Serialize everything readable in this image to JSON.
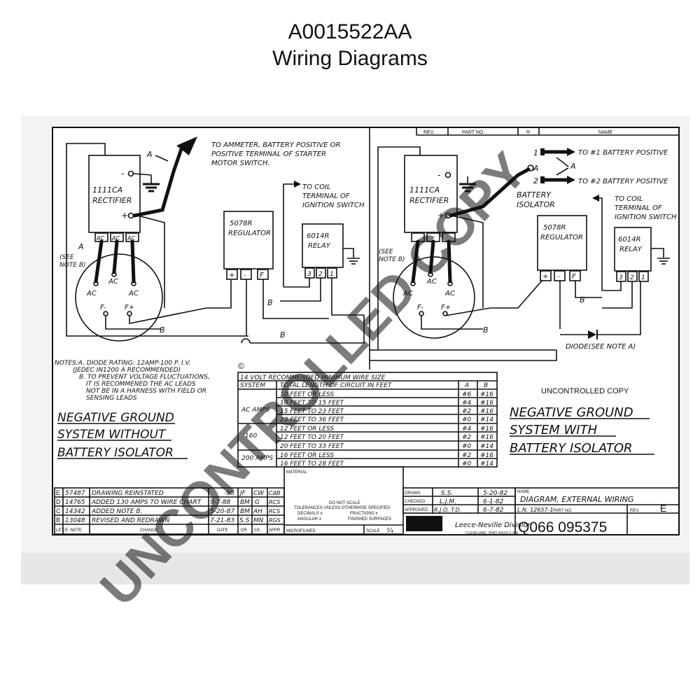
{
  "header": {
    "part_number": "A0015522AA",
    "title": "Wiring Diagrams"
  },
  "watermark": {
    "diagonal": "UNCONTROLLED COPY",
    "stamp": "UNCONTROLLED COPY"
  },
  "left": {
    "ammeter_note": [
      "TO AMMETER, BATTERY POSITIVE OR",
      "POSITIVE TERMINAL OF STARTER",
      "MOTOR SWITCH."
    ],
    "coil_note": [
      "TO COIL",
      "TERMINAL OF",
      "IGNITION SWITCH"
    ],
    "rectifier": [
      "1111CA",
      "RECTIFIER"
    ],
    "regulator": [
      "5078R",
      "REGULATOR"
    ],
    "relay": [
      "6014R",
      "RELAY"
    ],
    "see_note": [
      "(SEE",
      "NOTE B)"
    ],
    "lbl_a": "A",
    "lbl_b": "B",
    "lbl_ac": "AC",
    "lbl_minus": "-",
    "lbl_plus": "+",
    "lbl_fminus": "F-",
    "lbl_fplus": "F+",
    "lbl_f": "F",
    "t3": "3",
    "t2": "2",
    "t1": "1",
    "caption": [
      "NEGATIVE GROUND",
      "SYSTEM WITHOUT",
      "BATTERY ISOLATOR"
    ]
  },
  "right": {
    "bat1": "TO #1 BATTERY POSITIVE",
    "bat2": "TO #2 BATTERY POSITIVE",
    "isolator": [
      "BATTERY",
      "ISOLATOR"
    ],
    "coil_note": [
      "TO COIL",
      "TERMINAL OF",
      "IGNITION SWITCH"
    ],
    "rectifier": [
      "1111CA",
      "RECTIFIER"
    ],
    "regulator": [
      "5078R",
      "REGULATOR"
    ],
    "relay": [
      "6014R",
      "RELAY"
    ],
    "diode": "DIODE(SEE NOTE A)",
    "see_note": [
      "(SEE",
      "NOTE B)"
    ],
    "iso_1": "1",
    "iso_2": "2",
    "caption": [
      "NEGATIVE GROUND",
      "SYSTEM WITH",
      "BATTERY ISOLATOR"
    ]
  },
  "notes": [
    "NOTES:A. DIODE RATING: 12AMP-100 P. I.V.",
    "(JEDEC IN1200 A RECOMMENDED)",
    "B. TO PREVENT VOLTAGE FLUCTUATIONS,",
    "IT IS RECOMMENED THE AC LEADS",
    "NOT BE IN A HARNESS WITH FIELD OR",
    "SENSING LEADS"
  ],
  "copyright": "©",
  "wire_table": {
    "title": "14 VOLT  RECOMMENDED  MINIMUM  WIRE SIZE",
    "col_system": "SYSTEM",
    "col_length": "TOTAL LENGTH OF CIRCUIT IN FEET",
    "col_a": "A",
    "col_b": "B",
    "groups": [
      {
        "amps": "AC AMPS",
        "rows": [
          {
            "length": "10 FEET OR LESS",
            "a": "#6",
            "b": "#16"
          },
          {
            "length": "10 FEET TO 15 FEET",
            "a": "#4",
            "b": "#16"
          },
          {
            "length": "15 FEET TO 23 FEET",
            "a": "#2",
            "b": "#16"
          },
          {
            "length": "23 FEET TO 36 FEET",
            "a": "#0",
            "b": "#14"
          }
        ]
      },
      {
        "amps": "160",
        "rows": [
          {
            "length": "12 FEET OR LESS",
            "a": "#4",
            "b": "#16"
          },
          {
            "length": "12 FEET TO 20 FEET",
            "a": "#2",
            "b": "#16"
          },
          {
            "length": "20 FEET TO 33 FEET",
            "a": "#0",
            "b": "#14"
          }
        ]
      },
      {
        "amps": "200 AMPS",
        "rows": [
          {
            "length": "16 FEET OR LESS",
            "a": "#2",
            "b": "#16"
          },
          {
            "length": "16 FEET TO 28 FEET",
            "a": "#0",
            "b": "#14"
          }
        ]
      }
    ]
  },
  "revisions": [
    {
      "let": "E",
      "eno": "57487",
      "change": "DRAWING REINSTATED",
      "date": "-98",
      "dr": "JF",
      "ck": "CW",
      "appr": "CAB"
    },
    {
      "let": "D",
      "eno": "14765",
      "change": "ADDED 130 AMPS TO WIRE CHART",
      "date": "9-7-88",
      "dr": "BM",
      "ck": "G",
      "appr": "RCS"
    },
    {
      "let": "C",
      "eno": "14342",
      "change": "ADDED NOTE B.",
      "date": "5-20-87",
      "dr": "BM",
      "ck": "AH",
      "appr": "RCS"
    },
    {
      "let": "B",
      "eno": "13048",
      "change": "REVISED AND REDRAWN",
      "date": "7-21-83",
      "dr": "S.S",
      "ck": "MN",
      "appr": "RGS"
    }
  ],
  "rev_headers": {
    "let": "LET.",
    "eno": "E. NOTE",
    "change": "CHANGE",
    "date": "DATE",
    "dr": "DR",
    "ck": "CK.",
    "appr": "APPR"
  },
  "top_header": {
    "rev": "REV.",
    "part_no": "PART NO.",
    "r": "R",
    "name": "NAME"
  },
  "material_block": {
    "material": "MATERIAL",
    "do_not_scale": "DO NOT SCALE",
    "tolerances": "TOLERANCES UNLESS OTHERWISE SPECIFIED",
    "decimals": "DECIMALS ±",
    "fractions": "FRACTIONS ±",
    "angular": "ANGULAR ±",
    "finishes": "FINISHED SURFACES",
    "microfilmed": "MICROFILMED",
    "scale": "SCALE",
    "scale_val": "¼"
  },
  "signoff": [
    {
      "label": "DRAWN",
      "who": "S.S.",
      "date": "5-20-82"
    },
    {
      "label": "CHECKED",
      "who": "L.J.M.",
      "date": "6-1-82"
    },
    {
      "label": "APPROVED",
      "who": "R.J.O. T.D.",
      "date": "6-7-82"
    }
  ],
  "title_block": {
    "name_label": "NAME",
    "name": "DIAGRAM, EXTERNAL WIRING",
    "ln": "L.N. 12657-1",
    "part_no_label": "PART NO.",
    "rev_label": "REV.",
    "rev": "E",
    "company": "Leece-Neville Division",
    "city": "CLEVELAND, OHIO 44103 U.S.A.",
    "drawing_no": "Q066 095375"
  }
}
